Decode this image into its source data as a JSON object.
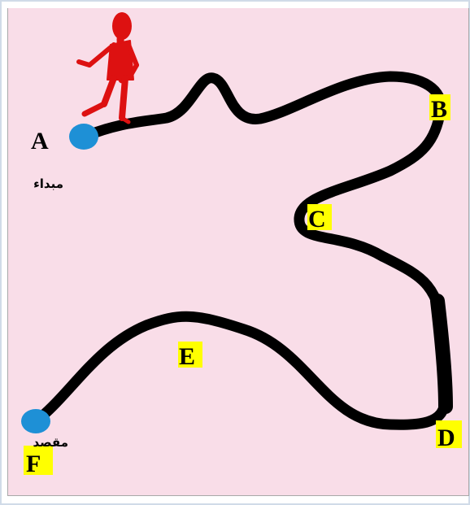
{
  "points": {
    "A": "A",
    "B": "B",
    "C": "C",
    "D": "D",
    "E": "E",
    "F": "F"
  },
  "captions": {
    "start": "مبداء",
    "destination": "مقصد"
  },
  "colors": {
    "background": "#f9dde8",
    "path": "#000000",
    "endpoint": "#1e90d6",
    "label_highlight": "#ffff00",
    "walker": "#dd1111"
  },
  "icons": {
    "walker": "walking-person-icon"
  }
}
